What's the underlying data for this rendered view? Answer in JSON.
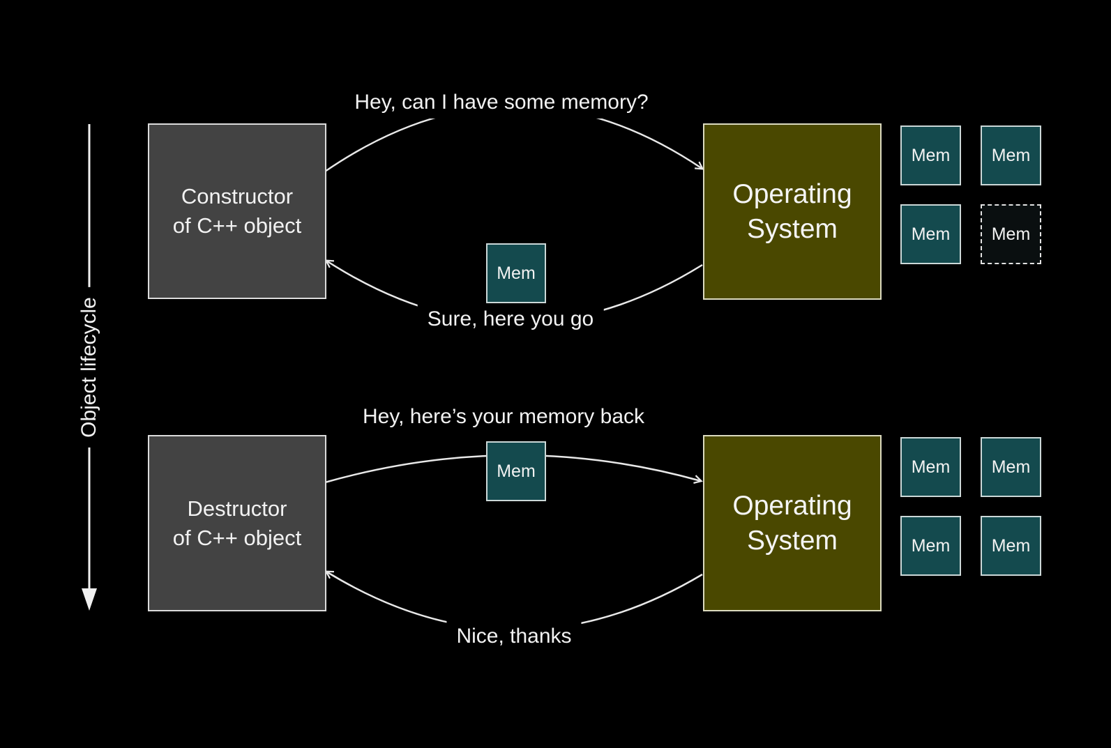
{
  "axis": {
    "label": "Object lifecycle"
  },
  "colors": {
    "background": "#000000",
    "actor_box": "#434343",
    "os_box": "#4a4800",
    "mem_box": "#144a4e",
    "arrow": "#e8e8e8",
    "text": "#f2f2f2"
  },
  "sections": [
    {
      "name": "allocation",
      "left_box": {
        "line1": "Constructor",
        "line2": "of C++ object"
      },
      "right_box": {
        "line1": "Operating",
        "line2": "System"
      },
      "top_message": "Hey, can I have some memory?",
      "bottom_message": "Sure, here you go",
      "transfer_mem_label": "Mem",
      "mem_grid": [
        {
          "label": "Mem",
          "state": "owned"
        },
        {
          "label": "Mem",
          "state": "owned"
        },
        {
          "label": "Mem",
          "state": "owned"
        },
        {
          "label": "Mem",
          "state": "handed-out"
        }
      ]
    },
    {
      "name": "deallocation",
      "left_box": {
        "line1": "Destructor",
        "line2": "of C++ object"
      },
      "right_box": {
        "line1": "Operating",
        "line2": "System"
      },
      "top_message": "Hey, here’s your memory back",
      "bottom_message": "Nice, thanks",
      "transfer_mem_label": "Mem",
      "mem_grid": [
        {
          "label": "Mem",
          "state": "owned"
        },
        {
          "label": "Mem",
          "state": "owned"
        },
        {
          "label": "Mem",
          "state": "owned"
        },
        {
          "label": "Mem",
          "state": "owned"
        }
      ]
    }
  ]
}
